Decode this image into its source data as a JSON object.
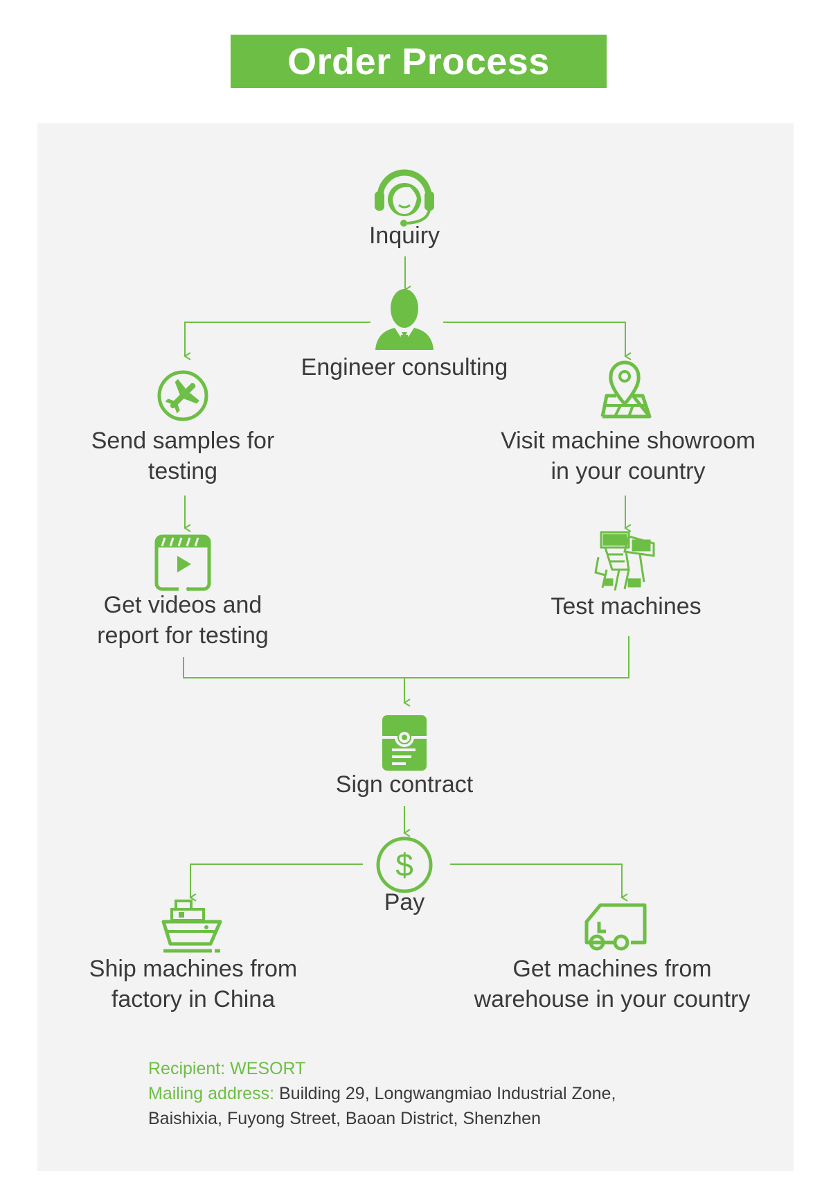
{
  "title": "Order Process",
  "steps": {
    "inquiry": "Inquiry",
    "engineer": "Engineer consulting",
    "samples_1": "Send samples for",
    "samples_2": "testing",
    "showroom_1": "Visit machine showroom",
    "showroom_2": "in your country",
    "videos_1": "Get videos and",
    "videos_2": "report  for testing",
    "test": "Test machines",
    "contract": "Sign contract",
    "pay": "Pay",
    "ship_1": "Ship machines from",
    "ship_2": "factory in China",
    "warehouse_1": "Get machines from",
    "warehouse_2": "warehouse in your country"
  },
  "footer": {
    "recipient_label": "Recipient:",
    "recipient_value": "WESORT",
    "mailing_label": "Mailing address:",
    "mailing_value": "Building 29, Longwangmiao Industrial Zone,",
    "mailing_line2": "Baishixia, Fuyong Street, Baoan District, Shenzhen"
  },
  "icons": [
    "headset-agent-icon",
    "engineer-person-icon",
    "airplane-icon",
    "map-pin-icon",
    "video-clapper-icon",
    "sorting-machine-icon",
    "contract-document-icon",
    "dollar-coin-icon",
    "cargo-ship-icon",
    "delivery-truck-icon"
  ],
  "colors": {
    "accent": "#6dbe45",
    "panel": "#f3f3f3",
    "text": "#3a3a3a"
  }
}
